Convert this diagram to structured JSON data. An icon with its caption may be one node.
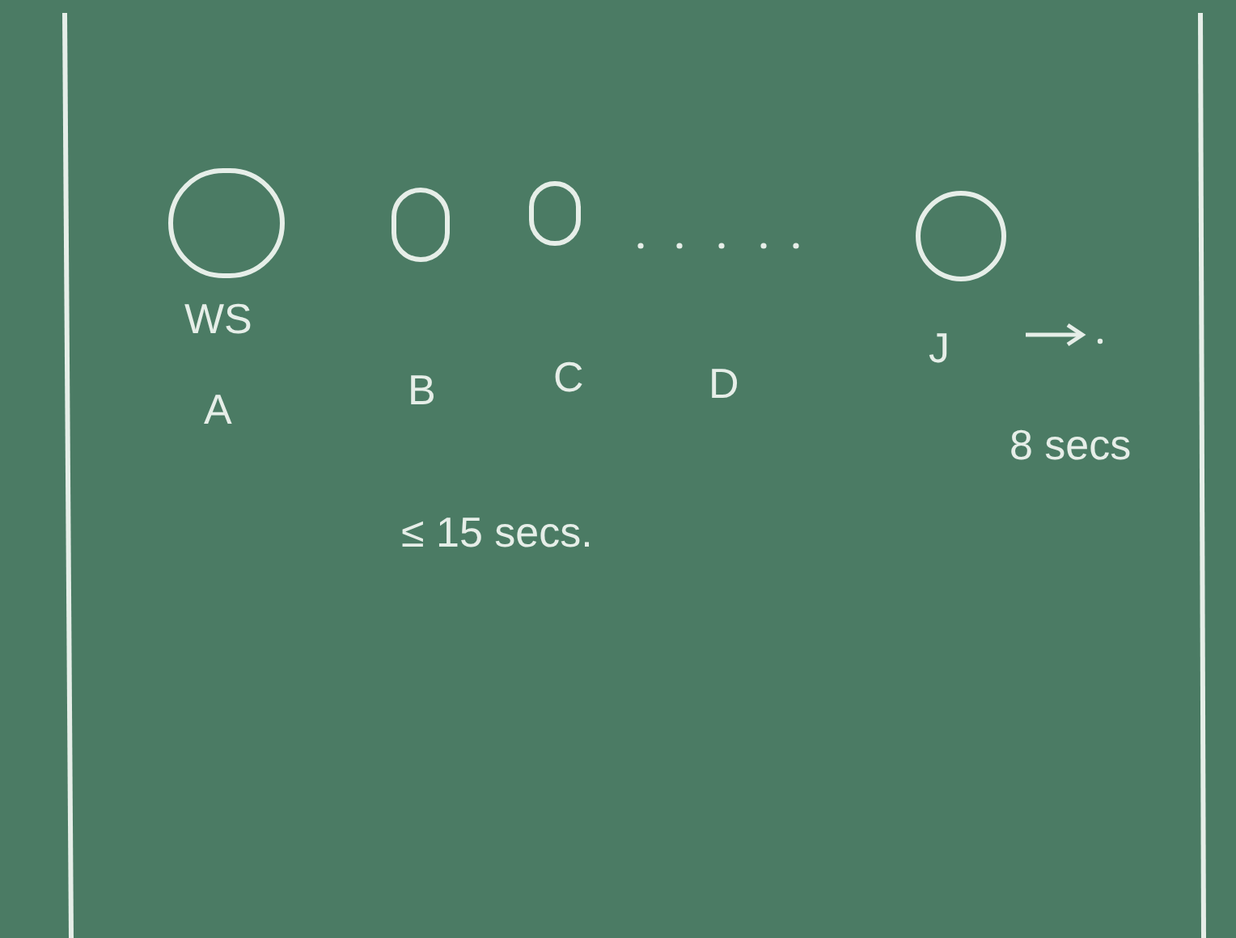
{
  "diagram": {
    "nodes": [
      {
        "text": [],
        "shape": "circle",
        "beside": [
          "WS",
          "A"
        ]
      },
      {
        "text": [],
        "shape": "circle",
        "beside": [
          "B"
        ]
      },
      {
        "text": [],
        "shape": "circle",
        "beside": [
          "C"
        ]
      },
      {
        "text": [],
        "shape": "circle",
        "beside": [
          "J"
        ]
      }
    ],
    "labels": [
      "D",
      "8 secs",
      "≤ 15 secs."
    ]
  }
}
